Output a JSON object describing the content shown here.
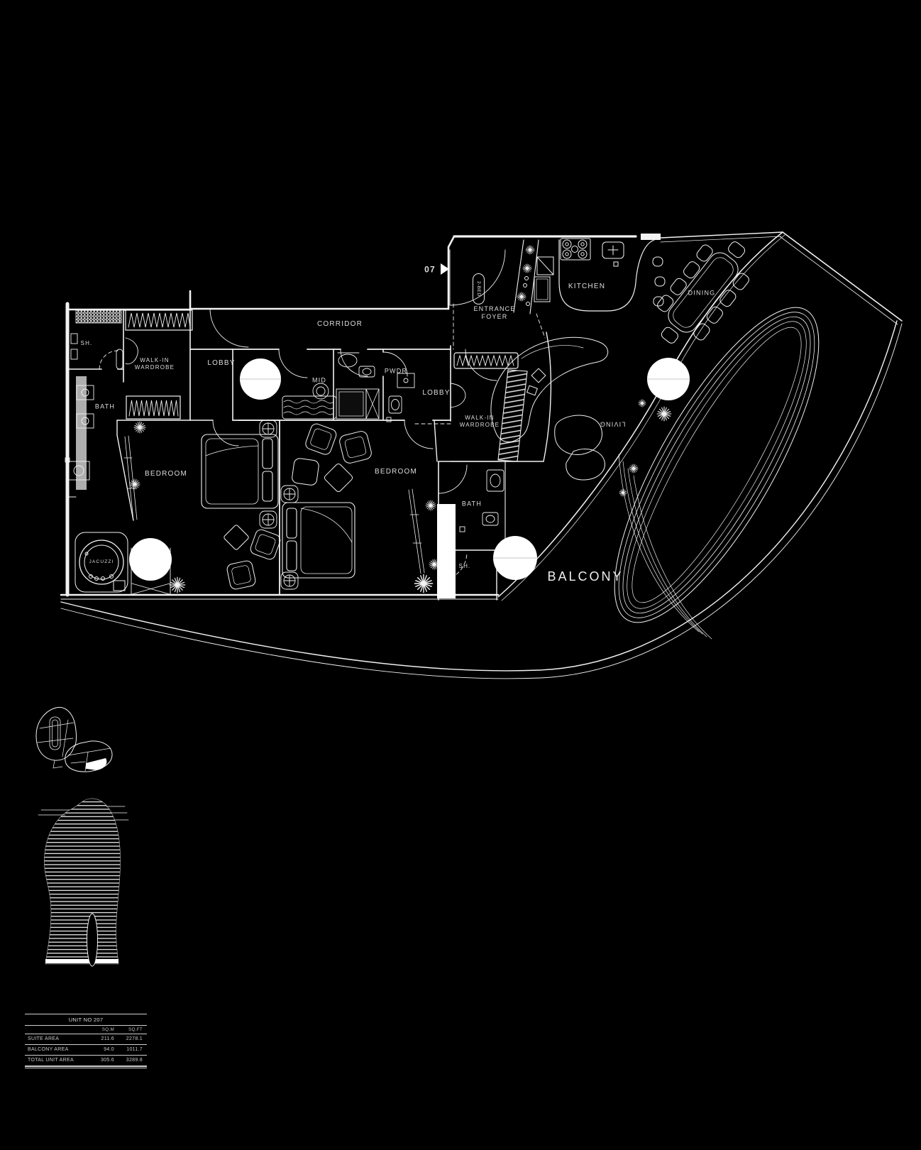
{
  "plan": {
    "entry": {
      "unit_number": "07",
      "unit_type": "2-BED"
    },
    "labels": {
      "corridor": "CORRIDOR",
      "entrance_foyer": "ENTRANCE\nFOYER",
      "kitchen": "KITCHEN",
      "dining": "DINING",
      "living": "LIVING",
      "balcony": "BALCONY",
      "lobby_left": "LOBBY",
      "lobby_right": "LOBBY",
      "walk_in_wardrobe_left": "WALK-IN\nWARDROBE",
      "walk_in_wardrobe_right": "WALK-IN\nWARDROBE",
      "bedroom_left": "BEDROOM",
      "bedroom_center": "BEDROOM",
      "bath_left": "BATH",
      "bath_right": "BATH",
      "shower_left": "SH.",
      "shower_right": "SH.",
      "mid_bath": "MID",
      "powder_room": "PWDR",
      "jacuzzi": "JACUZZI"
    }
  },
  "area_table": {
    "title": "UNIT NO 207",
    "columns": [
      "SQ.M",
      "SQ.FT"
    ],
    "rows": [
      {
        "label": "SUITE AREA",
        "sqm": "211.6",
        "sqft": "2278.1"
      },
      {
        "label": "BALCONY AREA",
        "sqm": "94.0",
        "sqft": "1011.7"
      },
      {
        "label": "TOTAL UNIT AREA",
        "sqm": "305.6",
        "sqft": "3289.8"
      }
    ]
  },
  "colors": {
    "background": "#000000",
    "linework": "#f2f2f2"
  }
}
